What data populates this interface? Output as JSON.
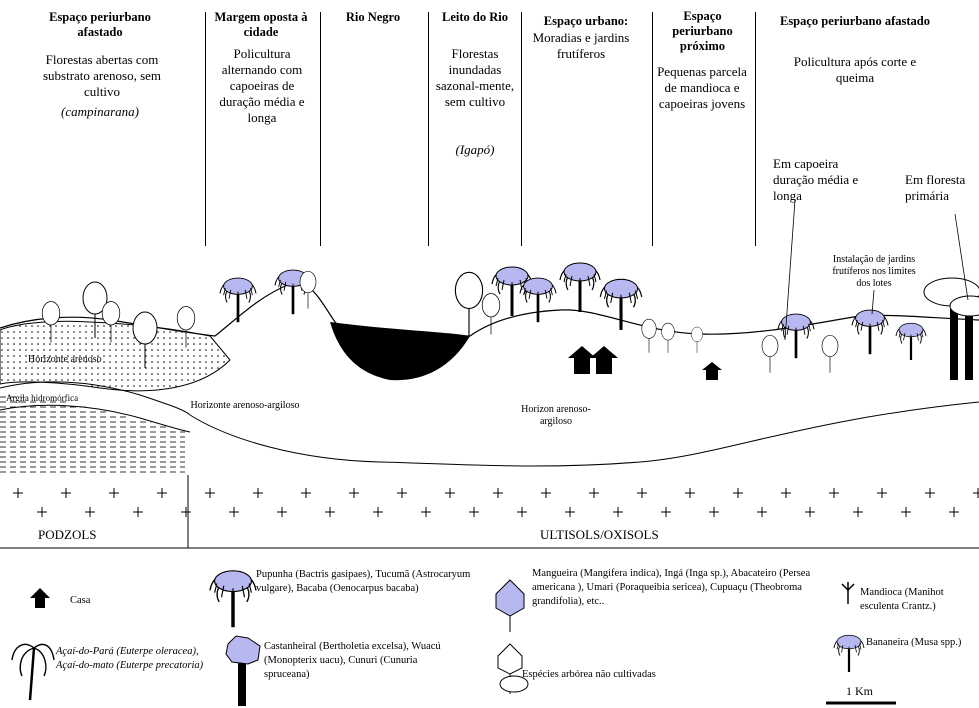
{
  "zones": [
    {
      "id": "z1",
      "title": "Espaço periurbano afastado",
      "desc": "Florestas abertas com substrato arenoso, sem cultivo",
      "note": "(campinarana)"
    },
    {
      "id": "z2",
      "title": "Margem oposta à cidade",
      "desc": "Policultura alternando com capoeiras de duração média e longa",
      "note": ""
    },
    {
      "id": "z3",
      "title": "Rio Negro",
      "desc": "",
      "note": ""
    },
    {
      "id": "z4",
      "title": "Leito do Rio",
      "desc": "Florestas inundadas sazonal-mente, sem cultivo",
      "note": "(Igapó)"
    },
    {
      "id": "z5",
      "title": "Espaço urbano:",
      "desc": "Moradias e jardins frutíferos",
      "note": ""
    },
    {
      "id": "z6",
      "title": "Espaço periurbano próximo",
      "desc": "Pequenas parcela de mandioca e capoeiras jovens",
      "note": ""
    },
    {
      "id": "z7",
      "title": "Espaço periurbano afastado",
      "desc": "Policultura após corte e queima",
      "note": ""
    }
  ],
  "annotations": {
    "capoeira": "Em capoeira duração média e longa",
    "floresta": "Em floresta primária",
    "instalacao": "Instalação de jardins frutíferos nos limites dos lotes"
  },
  "soil_labels": {
    "horizonte_arenoso": "Horizonte arenoso",
    "argila": "Argila hidromórfica",
    "arenoso_argiloso_1": "Horizonte arenoso-argiloso",
    "arenoso_argiloso_2": "Horizon arenoso-argiloso",
    "podzols": "PODZOLS",
    "ultisols": "ULTISOLS/OXISOLS"
  },
  "legend": {
    "casa": "Casa",
    "acai": "Açaí-do-Pará (Euterpe oleracea), Açaí-do-mato (Euterpe precatoria)",
    "pupunha": "Pupunha (Bactris gasipaes), Tucumã (Astrocaryum vulgare), Bacaba (Oenocarpus bacaba)",
    "castanheiral": "Castanheiral (Bertholetia excelsa), Wuacú (Monopterix uacu), Cunuri (Cunuria spruceana)",
    "mangueira": "Mangueira (Mangifera indica), Ingá (Inga sp.), Abacateiro (Persea americana ), Umari (Poraqueibia sericea), Cupuaçu (Theobroma grandifolia), etc..",
    "especies": "Espécies arbórea não cultivadas",
    "mandioca": "Mandioca (Manihot esculenta Crantz.)",
    "bananeira": "Bananeira (Musa spp.)",
    "scale": "1 Km"
  },
  "colors": {
    "tree_purple": "#b8b8f0",
    "river": "#000000"
  }
}
